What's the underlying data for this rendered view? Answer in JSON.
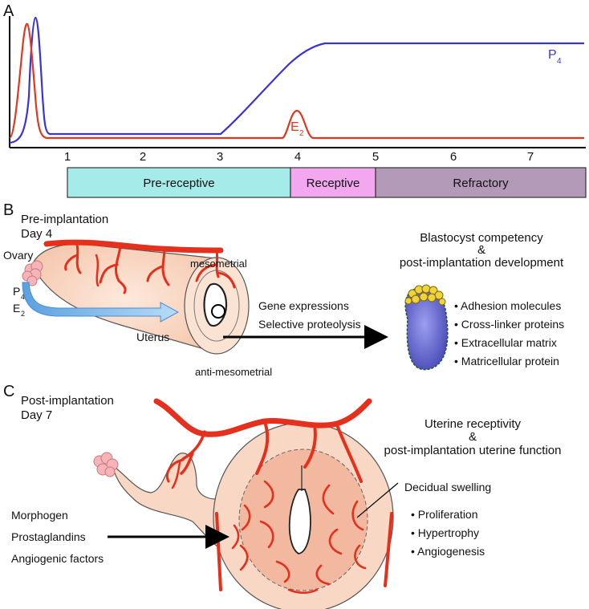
{
  "panelA": {
    "letter": "A",
    "p4_label": "P",
    "p4_sub": "4",
    "e2_label": "E",
    "e2_sub": "2",
    "days": [
      "1",
      "2",
      "3",
      "4",
      "5",
      "6",
      "7"
    ],
    "phases": [
      {
        "label": "Pre-receptive",
        "color": "#a5ebe9"
      },
      {
        "label": "Receptive",
        "color": "#f3a7ef"
      },
      {
        "label": "Refractory",
        "color": "#b39ab8"
      }
    ],
    "p4_color": "#3a33d6",
    "e2_color": "#e2361f"
  },
  "panelB": {
    "letter": "B",
    "title_line1": "Pre-implantation",
    "title_line2": "Day 4",
    "ovary": "Ovary",
    "p4": "P",
    "p4_sub": "4",
    "e2": "E",
    "e2_sub": "2",
    "mesometrial": "mesometrial",
    "uterus": "Uterus",
    "anti_mesometrial": "anti-mesometrial",
    "gene_expressions": "Gene expressions",
    "selective_proteolysis": "Selective proteolysis",
    "heading_line1": "Blastocyst competency",
    "heading_amp": "&",
    "heading_line2": "post-implantation development",
    "bullets": [
      "Adhesion molecules",
      "Cross-linker proteins",
      "Extracellular matrix",
      "Matricellular protein"
    ]
  },
  "panelC": {
    "letter": "C",
    "title_line1": "Post-implantation",
    "title_line2": "Day 7",
    "heading_line1": "Uterine receptivity",
    "heading_amp": "&",
    "heading_line2": "post-implantation uterine function",
    "inputs": [
      "Morphogen",
      "Prostaglandins",
      "Angiogenic factors"
    ],
    "decidual": "Decidual swelling",
    "bullets": [
      "Proliferation",
      "Hypertrophy",
      "Angiogenesis"
    ]
  },
  "colors": {
    "vessel": "#e4301c",
    "tissue": "#fbe3d4",
    "ovary": "#f6b4b8",
    "arrow_blue": "#7fb8e8",
    "blastocyst": "#6d6fd6",
    "icm": "#f0d23a"
  }
}
